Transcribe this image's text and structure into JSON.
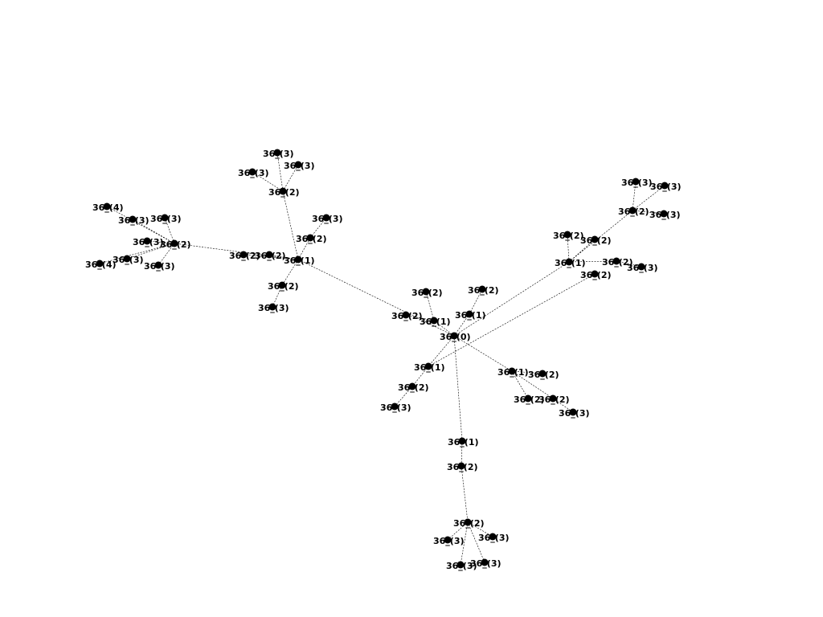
{
  "graph": {
    "nodes": [
      {
        "id": "n0",
        "label": "36_(0)"
      },
      {
        "id": "n1",
        "label": "36_(1)"
      },
      {
        "id": "n2",
        "label": "36_(1)"
      },
      {
        "id": "n3",
        "label": "36_(1)"
      },
      {
        "id": "n4",
        "label": "36_(1)"
      },
      {
        "id": "n5",
        "label": "36_(1)"
      },
      {
        "id": "n6",
        "label": "36_(1)"
      },
      {
        "id": "n7",
        "label": "36_(1)"
      },
      {
        "id": "n8",
        "label": "36_(2)"
      },
      {
        "id": "n9",
        "label": "36_(2)"
      },
      {
        "id": "n10",
        "label": "36_(2)"
      },
      {
        "id": "n11",
        "label": "36_(2)"
      },
      {
        "id": "n12",
        "label": "36_(2)"
      },
      {
        "id": "n13",
        "label": "36_(3)"
      },
      {
        "id": "n14",
        "label": "36_(3)"
      },
      {
        "id": "n15",
        "label": "36_(3)"
      },
      {
        "id": "n16",
        "label": "36_(3)"
      },
      {
        "id": "n17",
        "label": "36_(2)"
      },
      {
        "id": "n18",
        "label": "36_(3)"
      },
      {
        "id": "n19",
        "label": "36_(2)"
      },
      {
        "id": "n20",
        "label": "36_(3)"
      },
      {
        "id": "n21",
        "label": "36_(2)"
      },
      {
        "id": "n22",
        "label": "36_(3)"
      },
      {
        "id": "n23",
        "label": "36_(3)"
      },
      {
        "id": "n24",
        "label": "36_(3)"
      },
      {
        "id": "n25",
        "label": "36_(2)"
      },
      {
        "id": "n26",
        "label": "36_(3)"
      },
      {
        "id": "n27",
        "label": "36_(3)"
      },
      {
        "id": "n28",
        "label": "36_(3)"
      },
      {
        "id": "n29",
        "label": "36_(3)"
      },
      {
        "id": "n30",
        "label": "36_(3)"
      },
      {
        "id": "n31",
        "label": "36_(4)"
      },
      {
        "id": "n32",
        "label": "36_(4)"
      },
      {
        "id": "n33",
        "label": "36_(2)"
      },
      {
        "id": "n34",
        "label": "36_(2)"
      },
      {
        "id": "n35",
        "label": "36_(2)"
      },
      {
        "id": "n36",
        "label": "36_(2)"
      },
      {
        "id": "n37",
        "label": "36_(2)"
      },
      {
        "id": "n38",
        "label": "36_(3)"
      },
      {
        "id": "n39",
        "label": "36_(3)"
      },
      {
        "id": "n40",
        "label": "36_(3)"
      },
      {
        "id": "n41",
        "label": "36_(3)"
      },
      {
        "id": "n42",
        "label": "36_(2)"
      },
      {
        "id": "n43",
        "label": "36_(2)"
      },
      {
        "id": "n44",
        "label": "36_(2)"
      },
      {
        "id": "n45",
        "label": "36_(3)"
      },
      {
        "id": "n46",
        "label": "36_(2)"
      },
      {
        "id": "n47",
        "label": "36_(3)"
      },
      {
        "id": "n48",
        "label": "36_(2)"
      },
      {
        "id": "n49",
        "label": "36_(2)"
      },
      {
        "id": "n50",
        "label": "36_(3)"
      },
      {
        "id": "n51",
        "label": "36_(3)"
      },
      {
        "id": "n52",
        "label": "36_(3)"
      },
      {
        "id": "n53",
        "label": "36_(3)"
      }
    ],
    "edges": [
      [
        "n0",
        "n1"
      ],
      [
        "n0",
        "n2"
      ],
      [
        "n0",
        "n3"
      ],
      [
        "n0",
        "n4"
      ],
      [
        "n0",
        "n5"
      ],
      [
        "n0",
        "n6"
      ],
      [
        "n0",
        "n7"
      ],
      [
        "n2",
        "n8"
      ],
      [
        "n2",
        "n9"
      ],
      [
        "n3",
        "n10"
      ],
      [
        "n4",
        "n11"
      ],
      [
        "n11",
        "n12"
      ],
      [
        "n12",
        "n13"
      ],
      [
        "n12",
        "n14"
      ],
      [
        "n12",
        "n15"
      ],
      [
        "n12",
        "n16"
      ],
      [
        "n1",
        "n17"
      ],
      [
        "n17",
        "n18"
      ],
      [
        "n1",
        "n19"
      ],
      [
        "n19",
        "n20"
      ],
      [
        "n1",
        "n21"
      ],
      [
        "n21",
        "n22"
      ],
      [
        "n21",
        "n23"
      ],
      [
        "n21",
        "n24"
      ],
      [
        "n1",
        "n25"
      ],
      [
        "n25",
        "n26"
      ],
      [
        "n25",
        "n27"
      ],
      [
        "n25",
        "n28"
      ],
      [
        "n25",
        "n29"
      ],
      [
        "n25",
        "n30"
      ],
      [
        "n25",
        "n31"
      ],
      [
        "n25",
        "n32"
      ],
      [
        "n1",
        "n33"
      ],
      [
        "n1",
        "n34"
      ],
      [
        "n5",
        "n35"
      ],
      [
        "n5",
        "n36"
      ],
      [
        "n5",
        "n37"
      ],
      [
        "n37",
        "n38"
      ],
      [
        "n7",
        "n42"
      ],
      [
        "n7",
        "n43"
      ],
      [
        "n7",
        "n44"
      ],
      [
        "n44",
        "n45"
      ],
      [
        "n7",
        "n46"
      ],
      [
        "n46",
        "n39"
      ],
      [
        "n46",
        "n40"
      ],
      [
        "n46",
        "n41"
      ],
      [
        "n6",
        "n48"
      ],
      [
        "n6",
        "n49"
      ],
      [
        "n48",
        "n47"
      ]
    ]
  }
}
